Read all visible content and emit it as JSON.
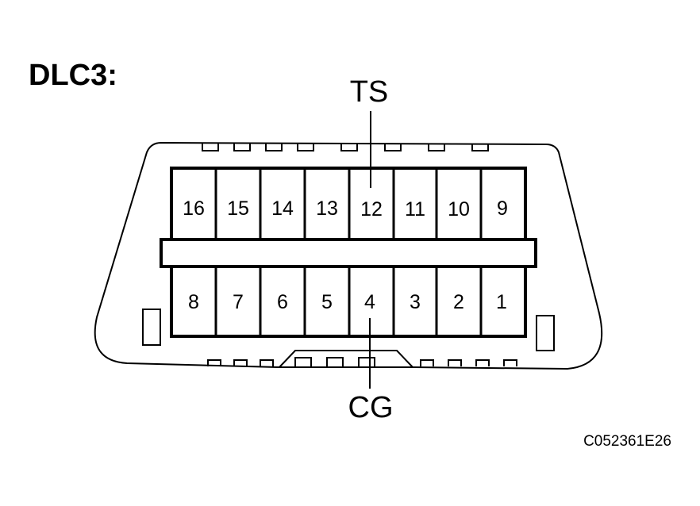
{
  "diagram": {
    "title": "DLC3:",
    "labels": {
      "top": "TS",
      "bottom": "CG"
    },
    "code": "C052361E26",
    "pins": {
      "top_row": [
        "16",
        "15",
        "14",
        "13",
        "12",
        "11",
        "10",
        "9"
      ],
      "bottom_row": [
        "8",
        "7",
        "6",
        "5",
        "4",
        "3",
        "2",
        "1"
      ]
    },
    "colors": {
      "ink": "#000000",
      "background": "#ffffff"
    }
  }
}
